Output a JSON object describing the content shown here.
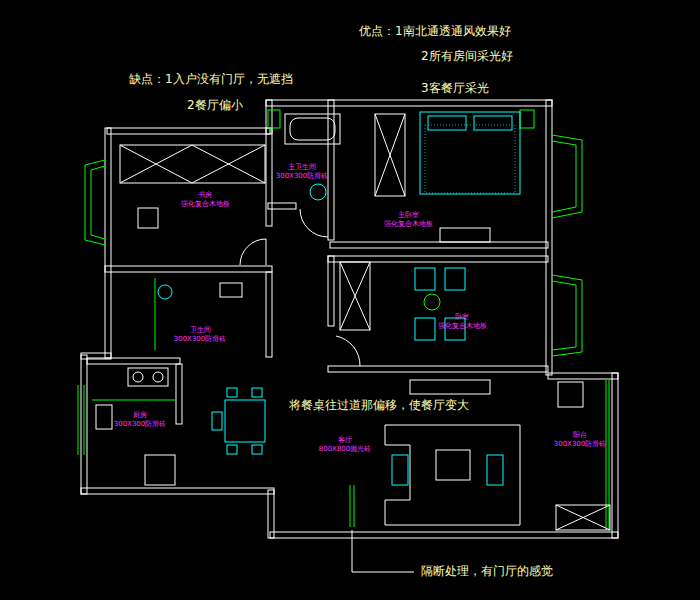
{
  "diagram": {
    "nodes": [
      {
        "text": [
          "书房",
          "强化复合木地板"
        ]
      },
      {
        "text": [
          "主卫生间",
          "300X300防滑砖"
        ]
      },
      {
        "text": [
          "主卧室",
          "强化复合木地板"
        ]
      },
      {
        "text": [
          "卧室",
          "强化复合木地板"
        ]
      },
      {
        "text": [
          "卫生间",
          "300X300防滑砖"
        ]
      },
      {
        "text": [
          "厨房",
          "300X300防滑砖"
        ]
      },
      {
        "text": [
          "客厅",
          "800X800抛光砖"
        ]
      },
      {
        "text": [
          "阳台",
          "300X300防滑砖"
        ]
      }
    ],
    "labels": [
      "优点：1南北通透通风效果好",
      "2所有房间采光好",
      "3客餐厅采光",
      "缺点：1入户没有门厅，无遮挡",
      "2餐厅偏小",
      "将餐桌往过道那偏移，使餐厅变大",
      "隔断处理，有门厅的感觉"
    ]
  }
}
